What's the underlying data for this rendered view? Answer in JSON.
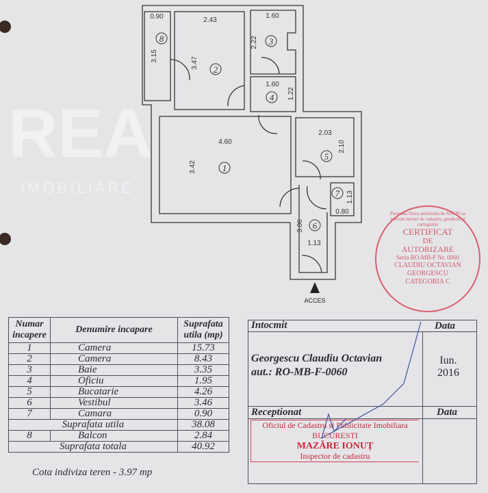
{
  "plan": {
    "dimensions": [
      "0.90",
      "2.43",
      "1.60",
      "2.22",
      "3.15",
      "3.47",
      "1.60",
      "1.22",
      "4.60",
      "3.42",
      "2.03",
      "2.10",
      "1.13",
      "0.80",
      "3.06",
      "1.13"
    ],
    "room_numbers": [
      "1",
      "2",
      "3",
      "4",
      "5",
      "6",
      "7",
      "8"
    ],
    "access_label": "ACCES"
  },
  "watermark": {
    "brand": "REA",
    "sub": "IMOBILIARE"
  },
  "table": {
    "headers": [
      "Numar incapere",
      "Denumire incapare",
      "Suprafata utila (mp)"
    ],
    "rows": [
      {
        "nr": "1",
        "name": "Camera",
        "area": "15.73"
      },
      {
        "nr": "2",
        "name": "Camera",
        "area": "8.43"
      },
      {
        "nr": "3",
        "name": "Baie",
        "area": "3.35"
      },
      {
        "nr": "4",
        "name": "Oficiu",
        "area": "1.95"
      },
      {
        "nr": "5",
        "name": "Bucatarie",
        "area": "4.26"
      },
      {
        "nr": "6",
        "name": "Vestibul",
        "area": "3.46"
      },
      {
        "nr": "7",
        "name": "Camara",
        "area": "0.90"
      }
    ],
    "subtotal_label": "Suprafata utila",
    "subtotal": "38.08",
    "balcony": {
      "nr": "8",
      "name": "Balcon",
      "area": "2.84"
    },
    "total_label": "Suprafata totala",
    "total": "40.92",
    "caption": "Cota indiviza teren - 3.97 mp"
  },
  "signoff": {
    "prepared_label": "Intocmit",
    "date_label": "Data",
    "author": "Georgescu Claudiu Octavian",
    "authorization": "aut.: RO-MB-F-0060",
    "date_month": "Iun.",
    "date_year": "2016",
    "received_label": "Receptionat",
    "received_date_label": "Data"
  },
  "stamps": {
    "circle": [
      "Persoana fizica autorizata de ANCPI sa execute lucrari de cadastru, geodezie si cartografie",
      "CERTIFICAT",
      "DE",
      "AUTORIZARE",
      "Seria RO-MB-F Nr. 0060",
      "CLAUDIU OCTAVIAN",
      "GEORGESCU",
      "CATEGORIA C"
    ],
    "office": "Oficiul de Cadastru si Publicitate Imobiliara",
    "city": "BUCURESTI",
    "inspector_name": "MAZĂRE IONUȚ",
    "inspector_title": "Inspector de cadastru"
  }
}
